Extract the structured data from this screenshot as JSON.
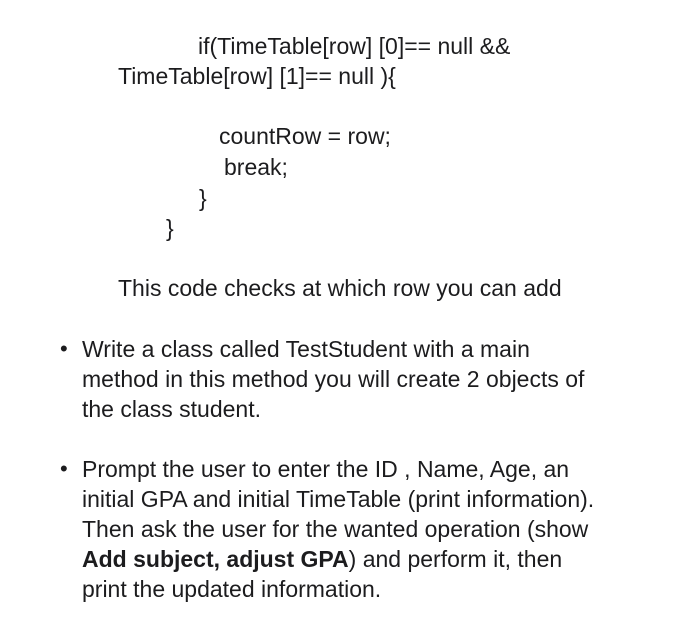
{
  "code": {
    "line1": "if(TimeTable[row] [0]== null &&",
    "line2": "TimeTable[row] [1]== null ){",
    "line3": "countRow =  row;",
    "line4": "break;",
    "line5": "}",
    "line6": "}"
  },
  "caption": "This code checks at which row you can add",
  "bullet_char": "•",
  "bullets": [
    {
      "lines": [
        "Write a class called TestStudent with a main",
        "method in this method you will create 2 objects of",
        "the class student."
      ]
    },
    {
      "lines": [
        "Prompt the user to enter the ID , Name, Age, an",
        "initial GPA and initial TimeTable (print information).",
        "Then ask the user for the wanted operation (show"
      ],
      "bold_text": "Add subject, adjust GPA",
      "after_bold": ") and perform it, then",
      "last_line": "print the updated information."
    }
  ]
}
